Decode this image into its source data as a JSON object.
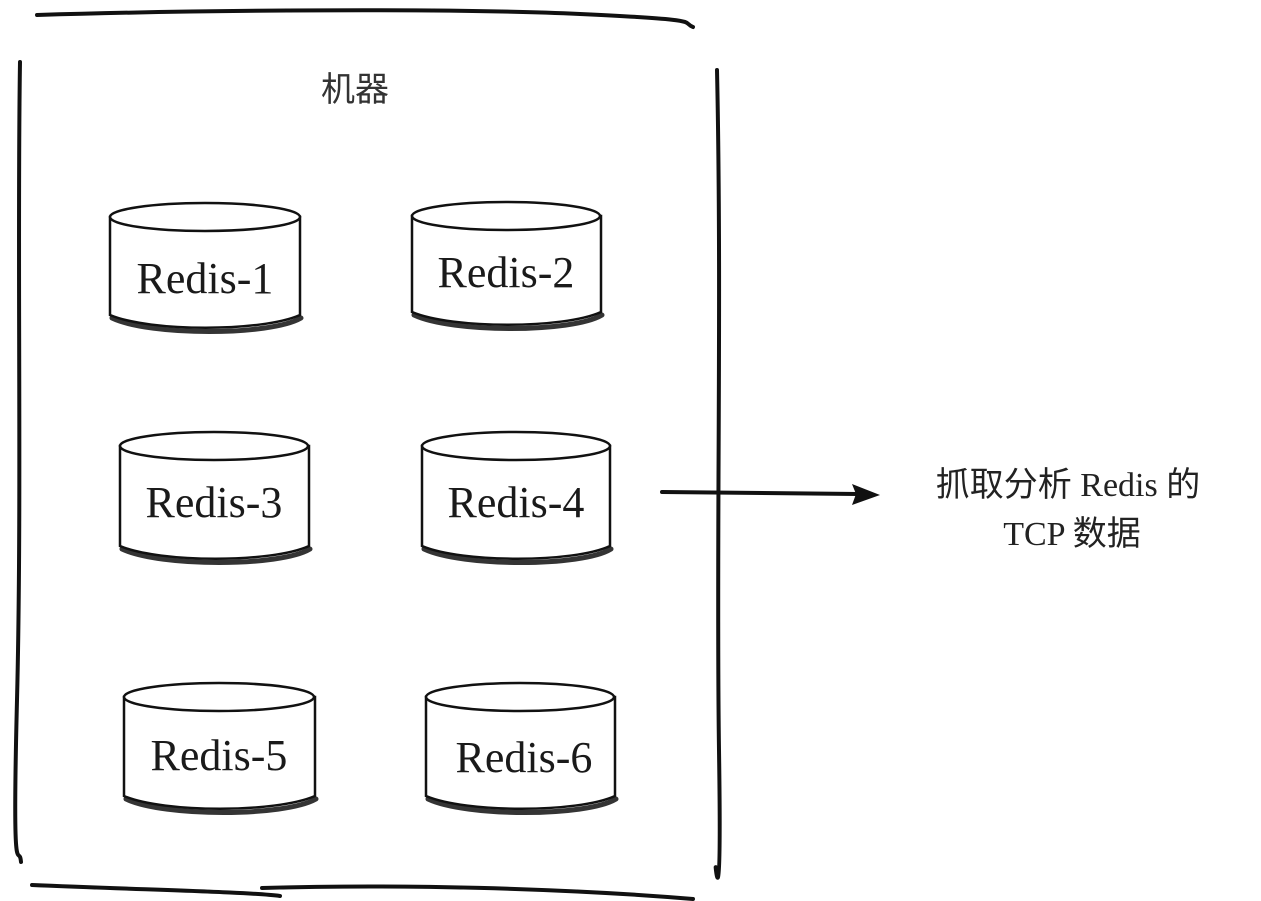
{
  "machine": {
    "label": "机器"
  },
  "instances": [
    {
      "label": "Redis-1"
    },
    {
      "label": "Redis-2"
    },
    {
      "label": "Redis-3"
    },
    {
      "label": "Redis-4"
    },
    {
      "label": "Redis-5"
    },
    {
      "label": "Redis-6"
    }
  ],
  "capture": {
    "line1": "抓取分析 Redis 的",
    "line2": "TCP 数据"
  }
}
